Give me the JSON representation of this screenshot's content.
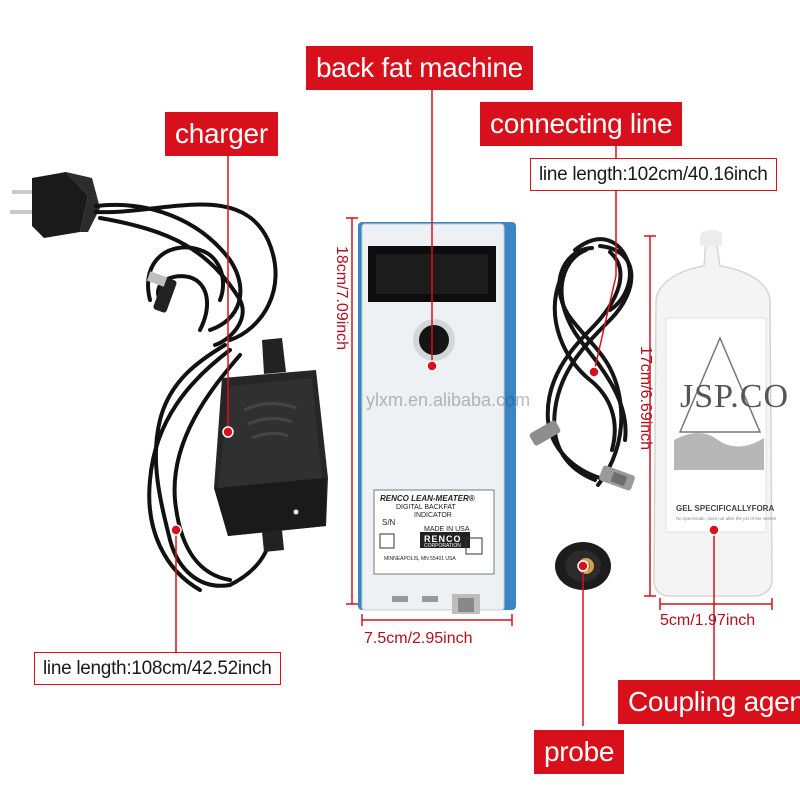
{
  "labels": {
    "back_fat_machine": "back fat machine",
    "charger": "charger",
    "connecting_line": "connecting line",
    "connecting_line_length": "line length:102cm/40.16inch",
    "charger_line_length": "line length:108cm/42.52inch",
    "coupling_agent": "Coupling agent",
    "probe": "probe"
  },
  "dimensions": {
    "machine_height": "18cm/7.09inch",
    "machine_width": "7.5cm/2.95inch",
    "bottle_height": "17cm/6.69inch",
    "bottle_width": "5cm/1.97inch"
  },
  "device": {
    "brand_line": "RENCO LEAN-MEATER®",
    "line2": "DIGITAL BACKFAT",
    "line3": "INDICATOR",
    "serial": "S/N",
    "made_in": "MADE IN USA",
    "maker": "RENCO",
    "maker_sub": "CORPORATION",
    "address": "MINNEAPOLIS, MN 55401 USA"
  },
  "bottle": {
    "logo_text": "JSP.CO",
    "caption": "GEL SPECIFICALLYFORA",
    "fine_print": "No spermicide, does not alter the pH of the semen"
  },
  "watermark": "ylxm.en.alibaba.com",
  "colors": {
    "accent": "#d8101c",
    "device_blue": "#4a90c8"
  }
}
